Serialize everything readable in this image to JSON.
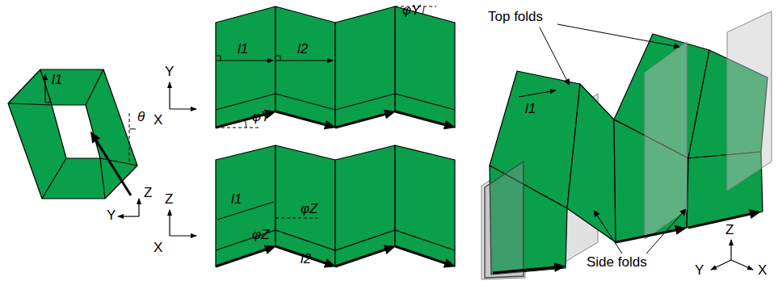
{
  "diagram": {
    "labels": [
      "l1",
      "θ",
      "Z",
      "Y",
      "φY",
      "l1",
      "l2",
      "Y",
      "X",
      "φY",
      "Z",
      "X",
      "l1",
      "φZ",
      "φZ",
      "l2",
      "Top folds",
      "l1",
      "Side folds",
      "Z",
      "Y",
      "X"
    ]
  }
}
